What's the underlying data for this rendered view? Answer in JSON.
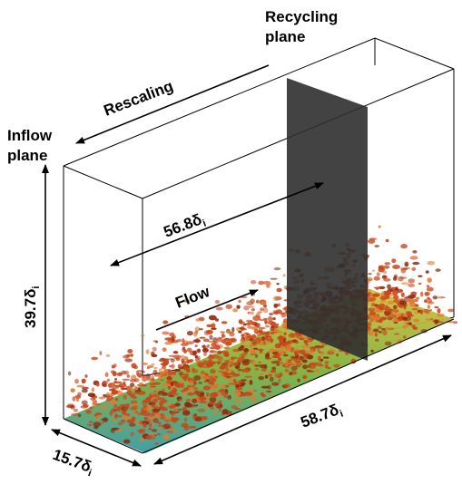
{
  "labels": {
    "recycling_line1": "Recycling",
    "recycling_line2": "plane",
    "inflow_line1": "Inflow",
    "inflow_line2": "plane",
    "rescaling": "Rescaling",
    "flow": "Flow",
    "dist_recycle": "56.8δ",
    "dist_recycle_sub": "i",
    "height": "39.7δ",
    "height_sub": "i",
    "width": "15.7δ",
    "width_sub": "i",
    "length": "58.7δ",
    "length_sub": "i"
  },
  "colors": {
    "box_edge": "#000000",
    "recycling_plane": "#3a3a3a",
    "turbulence_main": "#c8461a",
    "turbulence_dark": "#8a2a10",
    "turbulence_light": "#e07a30",
    "wall_layer_green": "#7fb03a",
    "wall_layer_yellow": "#d8c040",
    "wall_layer_blue": "#3a9aa0"
  }
}
